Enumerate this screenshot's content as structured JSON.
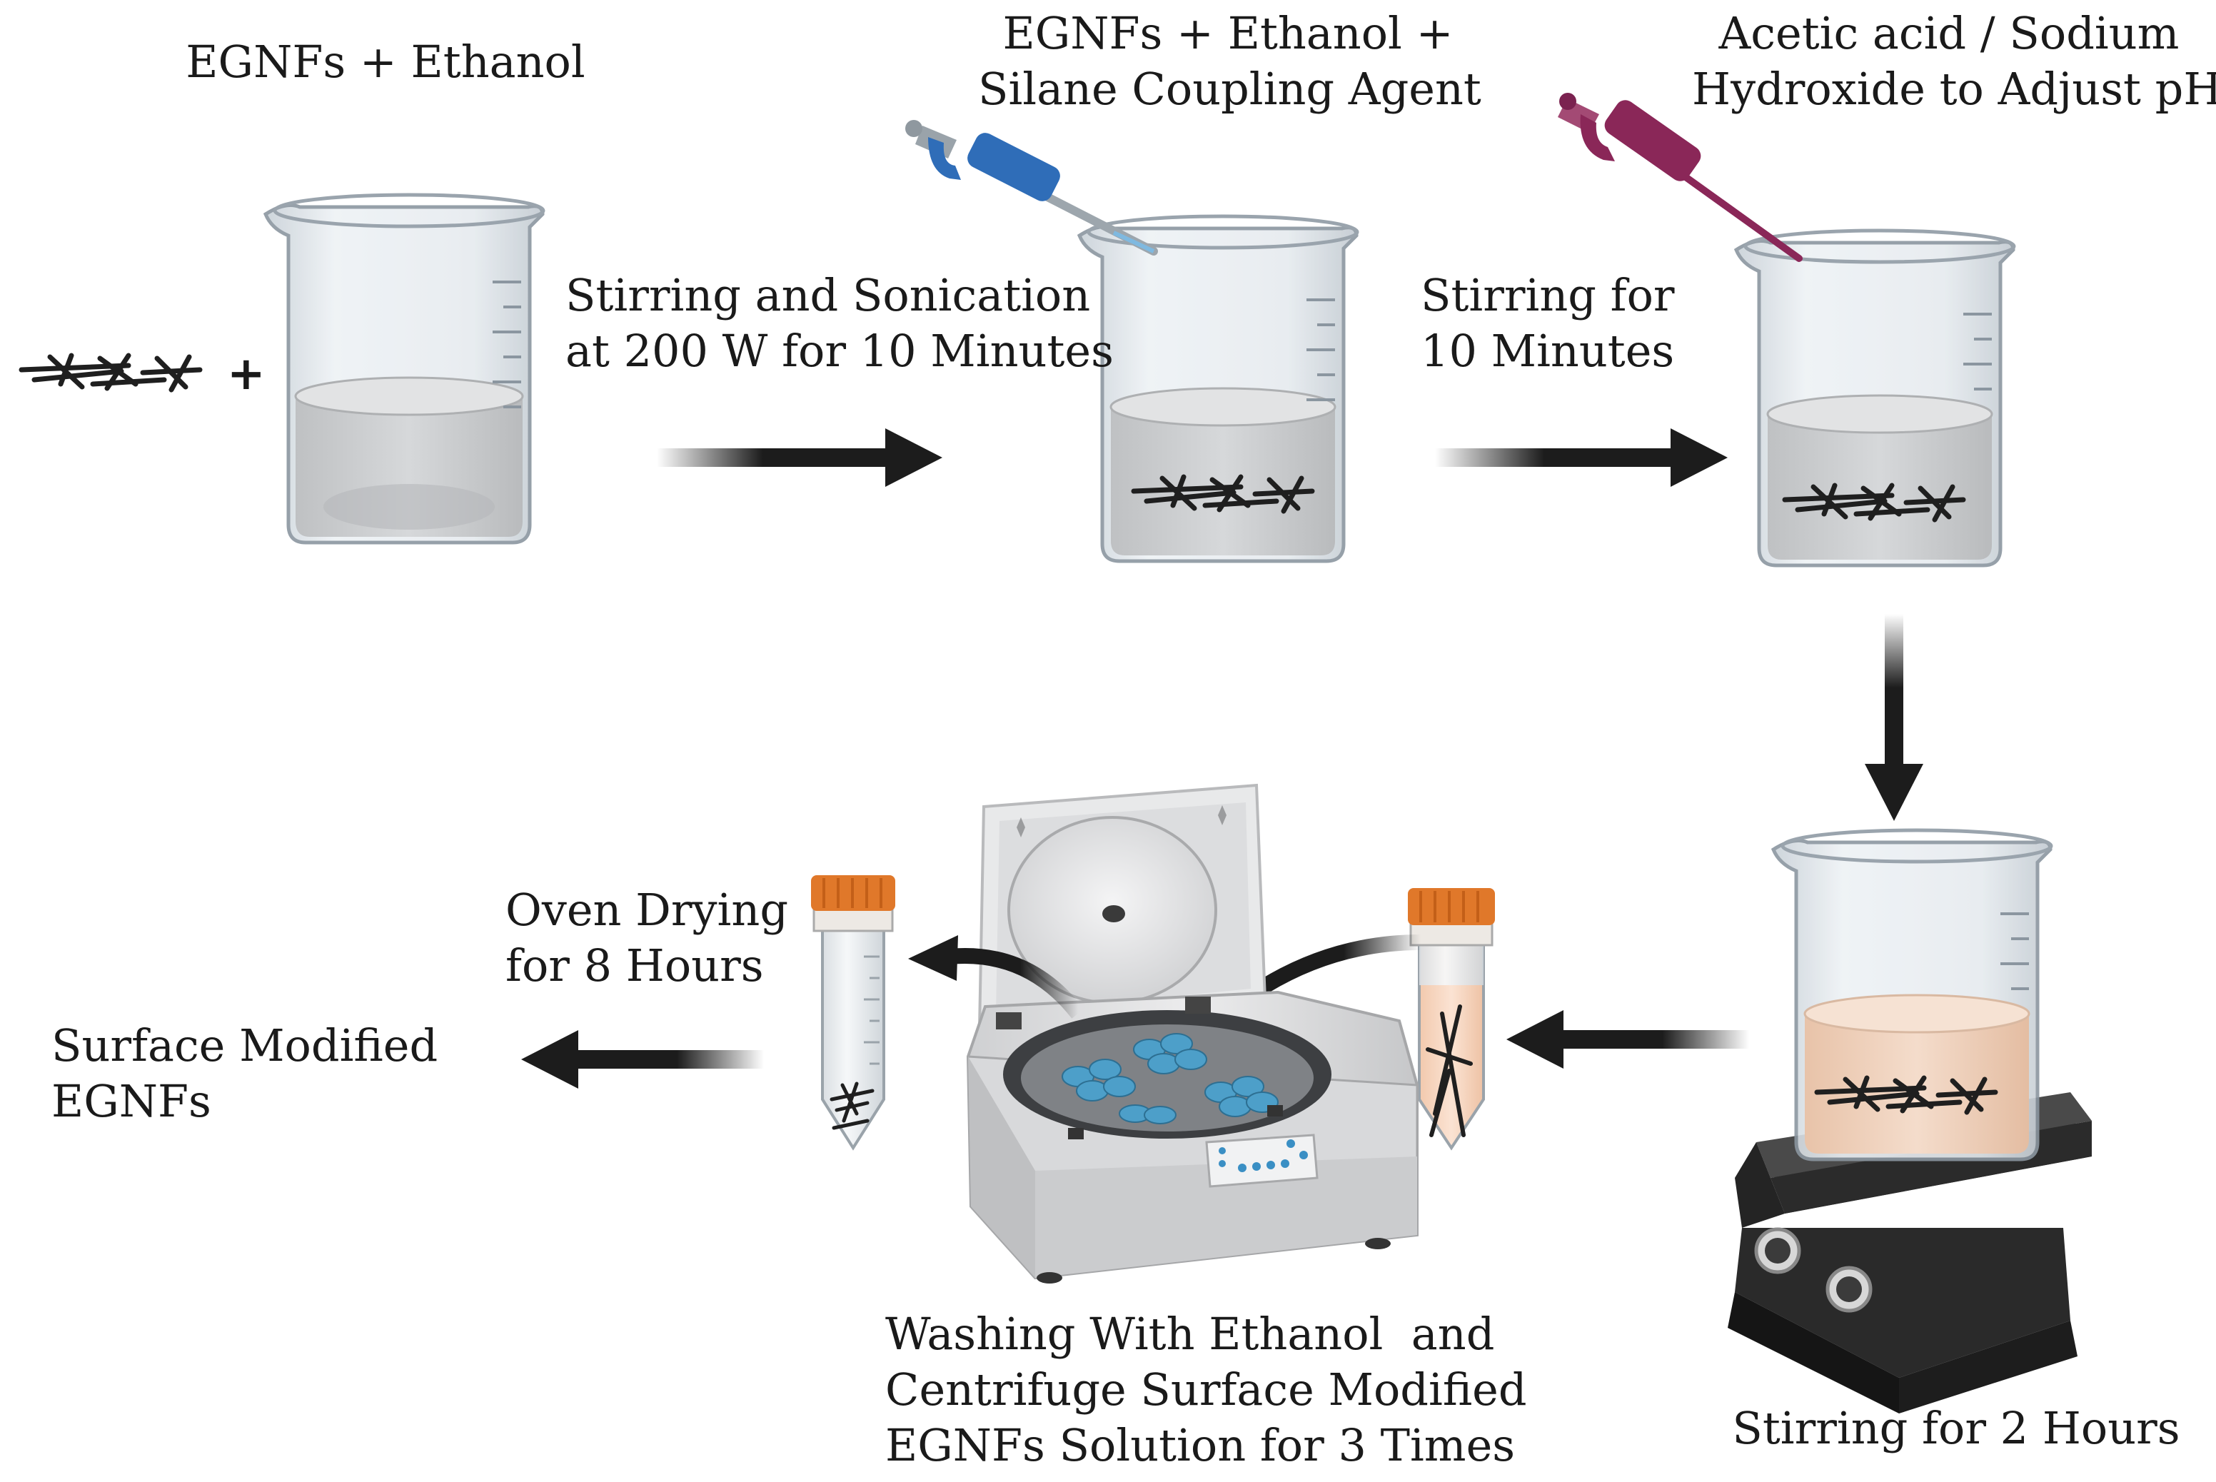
{
  "labels": {
    "step1_title": "EGNFs + Ethanol",
    "step2_title": "EGNFs + Ethanol +\nSilane Coupling Agent",
    "step3_title": "Acetic acid / Sodium\nHydroxide to Adjust pH",
    "arrow1_text": "Stirring and Sonication\nat 200 W for 10 Minutes",
    "arrow2_text": "Stirring for\n10 Minutes",
    "stir_2h": "Stirring for 2 Hours",
    "centrifuge_text": "Washing With Ethanol  and\nCentrifuge Surface Modified\nEGNFs Solution for 3 Times",
    "oven_text": "Oven Drying\nfor 8 Hours",
    "final_text": "Surface Modified\nEGNFs",
    "plus_sign": "+"
  },
  "colors": {
    "arrow": "#1c1c1c",
    "beaker_glass": "#dfe5ea",
    "liquid_clear": "#cfd1d3",
    "liquid_pink": "#f0d2bd",
    "pipette_blue": "#2f6db8",
    "pipette_purple": "#8a2758",
    "tube_cap": "#e0782a",
    "centrifuge_body": "#e2e3e5",
    "rotor_tubes": "#4d9fc9",
    "stirrer_plate": "#2a2a2a"
  }
}
